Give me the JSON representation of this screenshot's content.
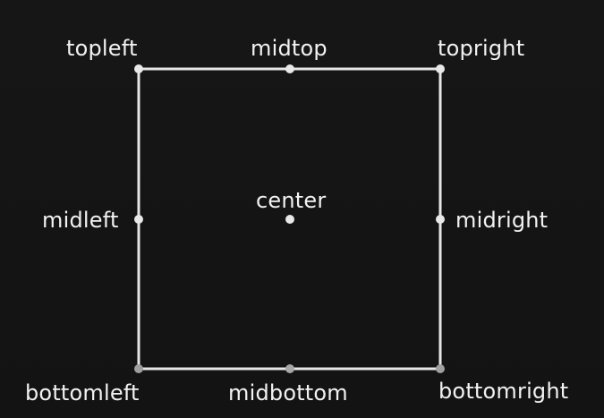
{
  "labels": {
    "topleft": "topleft",
    "midtop": "midtop",
    "topright": "topright",
    "midleft": "midleft",
    "center": "center",
    "midright": "midright",
    "bottomleft": "bottomleft",
    "midbottom": "midbottom",
    "bottomright": "bottomright"
  },
  "colors": {
    "background": "#151515",
    "stroke": "#e6e6e6",
    "text": "#f2f2f2",
    "point": "#e8e8e8"
  }
}
